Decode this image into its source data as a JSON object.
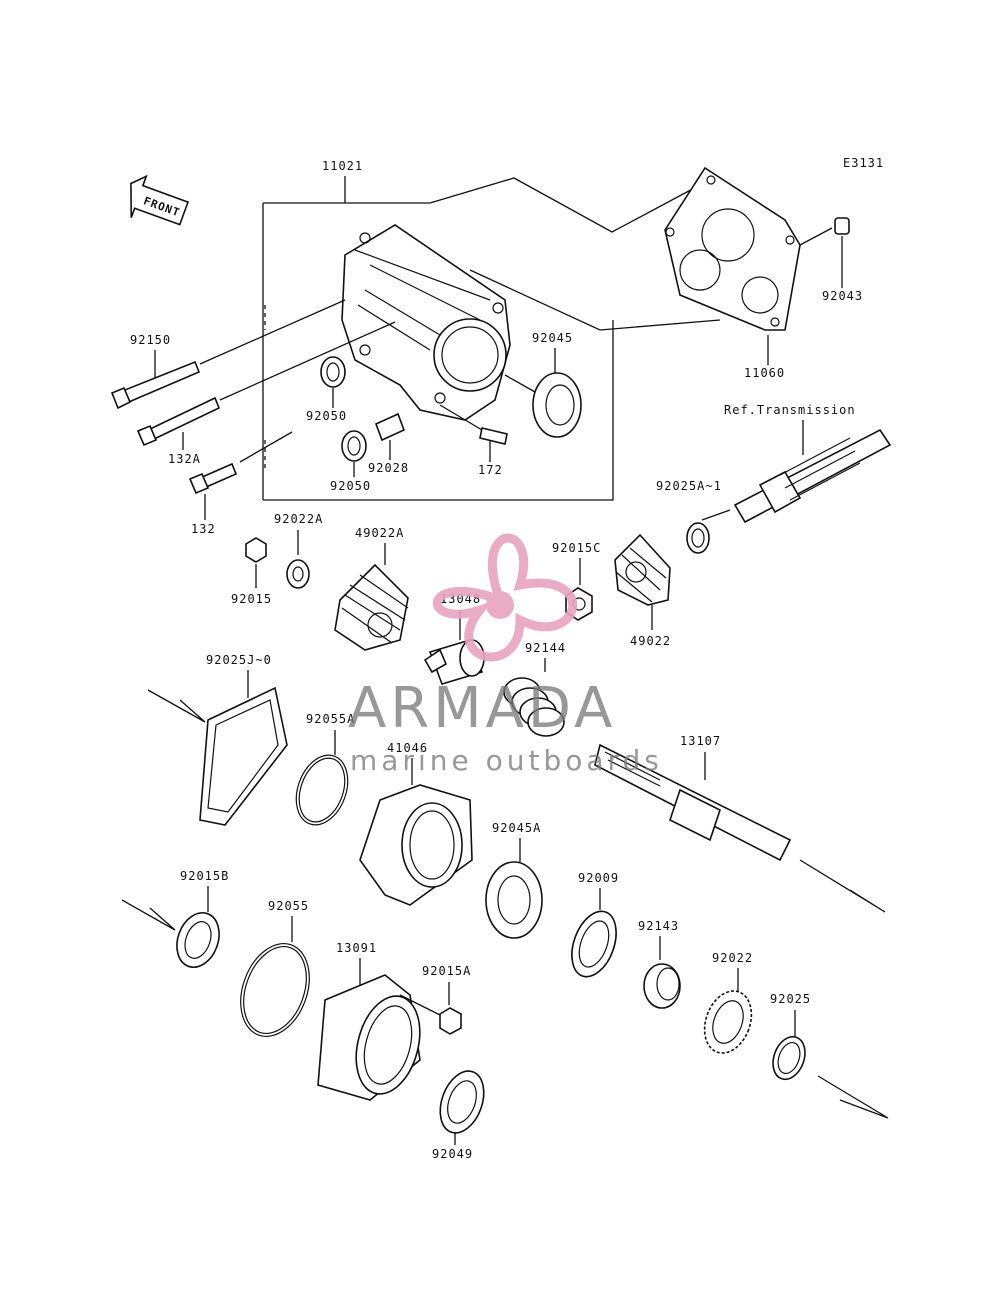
{
  "diagram_code": "E3131",
  "front_label": "FRONT",
  "ref_label": "Ref.Transmission",
  "watermark": {
    "brand": "ARMADA",
    "tagline": "marine outboards",
    "accent": "#e8a3bf"
  },
  "parts": {
    "p11021": "11021",
    "p11060": "11060",
    "p92043": "92043",
    "p92150": "92150",
    "p132A": "132A",
    "p132": "132",
    "p92045": "92045",
    "p92050a": "92050",
    "p92050b": "92050",
    "p92028": "92028",
    "p172": "172",
    "p92025A1": "92025A~1",
    "p92022A": "92022A",
    "p92015": "92015",
    "p49022A": "49022A",
    "p92015C": "92015C",
    "p49022": "49022",
    "p13048": "13048",
    "p92144": "92144",
    "p92025J0": "92025J~0",
    "p92055A": "92055A",
    "p41046": "41046",
    "p13107": "13107",
    "p92045A": "92045A",
    "p92009": "92009",
    "p92015B": "92015B",
    "p92055": "92055",
    "p92143": "92143",
    "p13091": "13091",
    "p92015A": "92015A",
    "p92022": "92022",
    "p92025": "92025",
    "p92049": "92049"
  }
}
